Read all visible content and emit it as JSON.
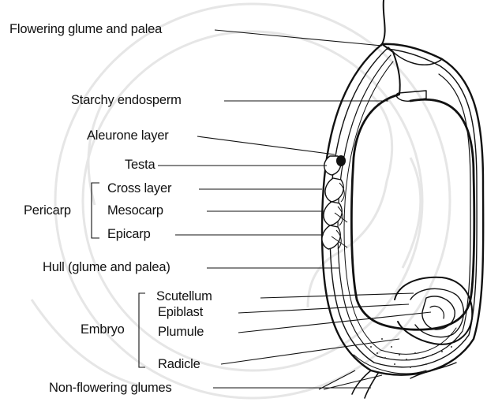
{
  "diagram": {
    "labels": {
      "flowering_glume": "Flowering glume and palea",
      "starchy_endosperm": "Starchy endosperm",
      "aleurone_layer": "Aleurone layer",
      "testa": "Testa",
      "pericarp": "Pericarp",
      "cross_layer": "Cross layer",
      "mesocarp": "Mesocarp",
      "epicarp": "Epicarp",
      "hull": "Hull (glume and palea)",
      "embryo": "Embryo",
      "scutellum": "Scutellum",
      "epiblast": "Epiblast",
      "plumule": "Plumule",
      "radicle": "Radicle",
      "non_flowering_glumes": "Non-flowering glumes"
    },
    "colors": {
      "ink": "#111111",
      "watermark": "#e6e6e6",
      "background": "#ffffff"
    }
  }
}
